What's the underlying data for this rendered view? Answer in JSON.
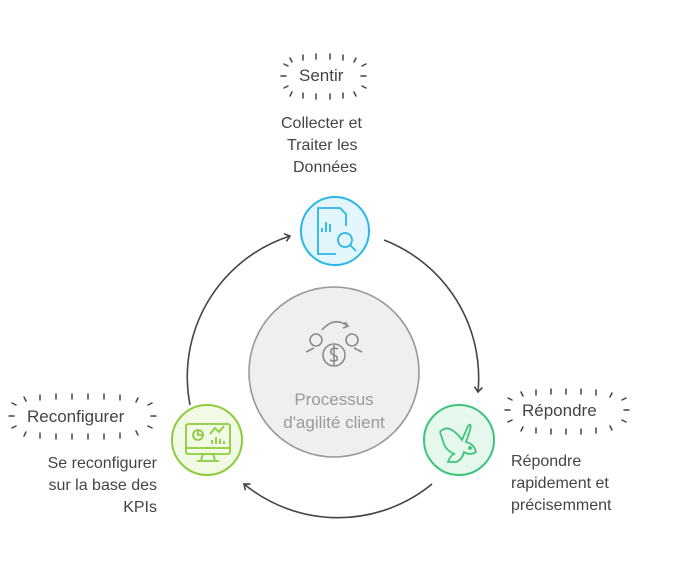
{
  "center": {
    "line1": "Processus",
    "line2": "d'agilité client",
    "icon": "money-cycle-icon"
  },
  "steps": [
    {
      "title": "Sentir",
      "desc": [
        "Collecter et",
        "Traiter les",
        "Données"
      ],
      "icon": "document-search-chart-icon",
      "color": "#29b6e8"
    },
    {
      "title": "Répondre",
      "desc": [
        "Répondre",
        "rapidement et",
        "précisemment"
      ],
      "icon": "rabbit-icon",
      "color": "#3ec47a"
    },
    {
      "title": "Reconfigurer",
      "desc": [
        "Se reconfigurer",
        "sur la base des",
        "KPIs"
      ],
      "icon": "monitor-dashboard-icon",
      "color": "#8ccc3a"
    }
  ]
}
